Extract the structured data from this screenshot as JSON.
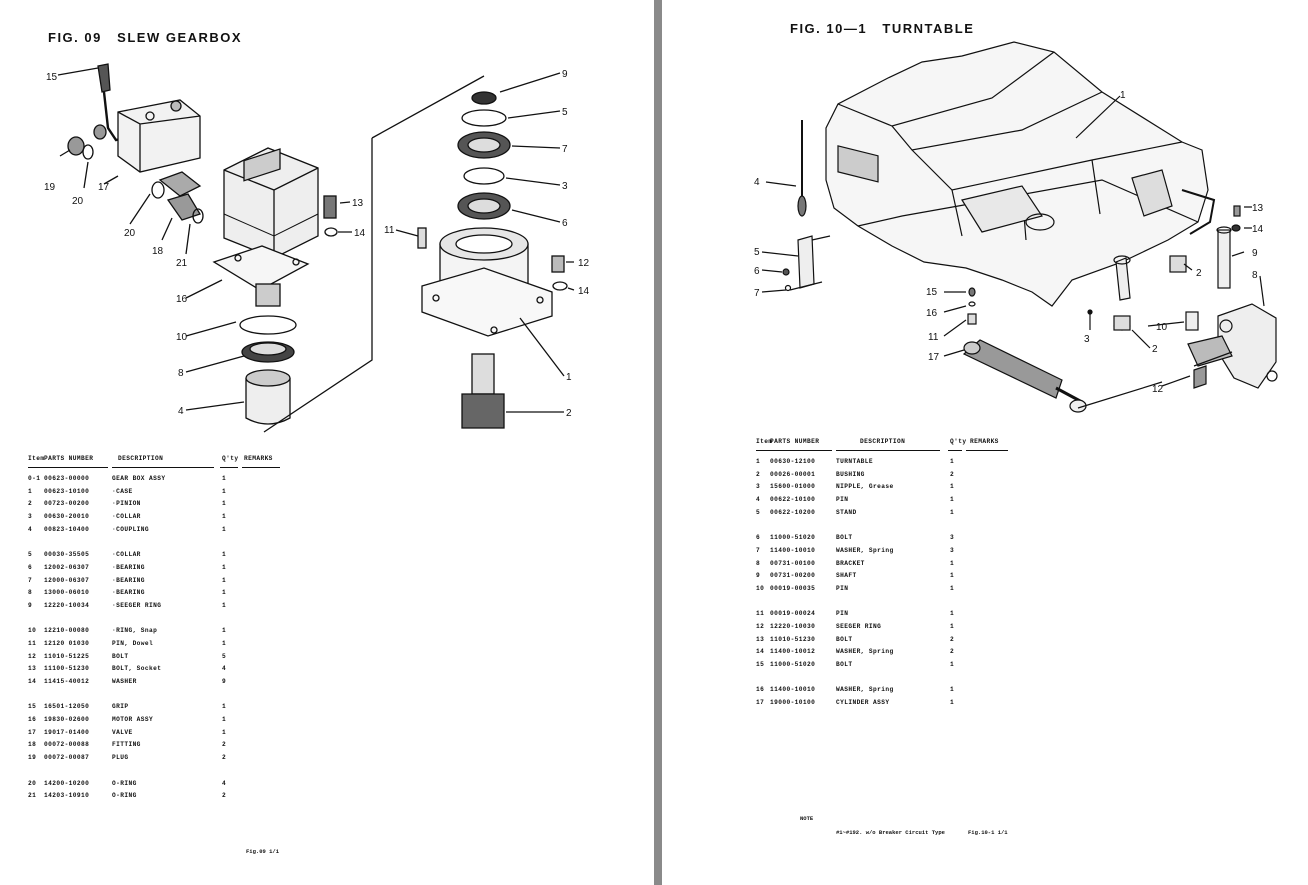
{
  "left": {
    "title": "FIG. 09   SLEW GEARBOX",
    "headers": {
      "item": "Item",
      "part": "PARTS NUMBER",
      "desc": "DESCRIPTION",
      "qty": "Q'ty",
      "remarks": "REMARKS"
    },
    "groups": [
      [
        {
          "item": "0-1",
          "part": "00623-00000",
          "desc": "GEAR BOX ASSY",
          "qty": "1"
        },
        {
          "item": "1",
          "part": "00623-10100",
          "desc": "·CASE",
          "qty": "1"
        },
        {
          "item": "2",
          "part": "00723-00200",
          "desc": "·PINION",
          "qty": "1"
        },
        {
          "item": "3",
          "part": "00630-20010",
          "desc": "·COLLAR",
          "qty": "1"
        },
        {
          "item": "4",
          "part": "00823-10400",
          "desc": "·COUPLING",
          "qty": "1"
        }
      ],
      [
        {
          "item": "5",
          "part": "00030-35505",
          "desc": "·COLLAR",
          "qty": "1"
        },
        {
          "item": "6",
          "part": "12002-06307",
          "desc": "·BEARING",
          "qty": "1"
        },
        {
          "item": "7",
          "part": "12000-06307",
          "desc": "·BEARING",
          "qty": "1"
        },
        {
          "item": "8",
          "part": "13000-06010",
          "desc": "·BEARING",
          "qty": "1"
        },
        {
          "item": "9",
          "part": "12220-10034",
          "desc": "·SEEGER RING",
          "qty": "1"
        }
      ],
      [
        {
          "item": "10",
          "part": "12210-00080",
          "desc": "·RING, Snap",
          "qty": "1"
        },
        {
          "item": "11",
          "part": "12120 01030",
          "desc": "PIN, Dowel",
          "qty": "1"
        },
        {
          "item": "12",
          "part": "11010-51225",
          "desc": "BOLT",
          "qty": "5"
        },
        {
          "item": "13",
          "part": "11100-51230",
          "desc": "BOLT, Socket",
          "qty": "4"
        },
        {
          "item": "14",
          "part": "11415-40012",
          "desc": "WASHER",
          "qty": "9"
        }
      ],
      [
        {
          "item": "15",
          "part": "16501-12050",
          "desc": "GRIP",
          "qty": "1"
        },
        {
          "item": "16",
          "part": "19830-02600",
          "desc": "MOTOR ASSY",
          "qty": "1"
        },
        {
          "item": "17",
          "part": "19017-01400",
          "desc": "VALVE",
          "qty": "1"
        },
        {
          "item": "18",
          "part": "00072-00088",
          "desc": "FITTING",
          "qty": "2"
        },
        {
          "item": "19",
          "part": "00072-00087",
          "desc": "PLUG",
          "qty": "2"
        }
      ],
      [
        {
          "item": "20",
          "part": "14200-10200",
          "desc": "O-RING",
          "qty": "4"
        },
        {
          "item": "21",
          "part": "14203-10910",
          "desc": "O-RING",
          "qty": "2"
        }
      ]
    ],
    "footer": "Fig.09  1/1",
    "callouts": [
      "15",
      "19",
      "20",
      "17",
      "20",
      "18",
      "21",
      "13",
      "14",
      "16",
      "10",
      "8",
      "4",
      "9",
      "5",
      "7",
      "3",
      "6",
      "11",
      "12",
      "14",
      "1",
      "2"
    ]
  },
  "right": {
    "title": "FIG. 10—1   TURNTABLE",
    "headers": {
      "item": "Item",
      "part": "PARTS NUMBER",
      "desc": "DESCRIPTION",
      "qty": "Q'ty",
      "remarks": "REMARKS"
    },
    "groups": [
      [
        {
          "item": "1",
          "part": "00630-12100",
          "desc": "TURNTABLE",
          "qty": "1"
        },
        {
          "item": "2",
          "part": "00026-00001",
          "desc": "BUSHING",
          "qty": "2"
        },
        {
          "item": "3",
          "part": "15600-01000",
          "desc": "NIPPLE, Grease",
          "qty": "1"
        },
        {
          "item": "4",
          "part": "00622-10100",
          "desc": "PIN",
          "qty": "1"
        },
        {
          "item": "5",
          "part": "00622-10200",
          "desc": "STAND",
          "qty": "1"
        }
      ],
      [
        {
          "item": "6",
          "part": "11000-51020",
          "desc": "BOLT",
          "qty": "3"
        },
        {
          "item": "7",
          "part": "11400-10010",
          "desc": "WASHER, Spring",
          "qty": "3"
        },
        {
          "item": "8",
          "part": "00731-00100",
          "desc": "BRACKET",
          "qty": "1"
        },
        {
          "item": "9",
          "part": "00731-00200",
          "desc": "SHAFT",
          "qty": "1"
        },
        {
          "item": "10",
          "part": "00019-00035",
          "desc": "PIN",
          "qty": "1"
        }
      ],
      [
        {
          "item": "11",
          "part": "00019-00024",
          "desc": "PIN",
          "qty": "1"
        },
        {
          "item": "12",
          "part": "12220-10030",
          "desc": "SEEGER RING",
          "qty": "1"
        },
        {
          "item": "13",
          "part": "11010-51230",
          "desc": "BOLT",
          "qty": "2"
        },
        {
          "item": "14",
          "part": "11400-10012",
          "desc": "WASHER, Spring",
          "qty": "2"
        },
        {
          "item": "15",
          "part": "11000-51020",
          "desc": "BOLT",
          "qty": "1"
        }
      ],
      [
        {
          "item": "16",
          "part": "11400-10010",
          "desc": "WASHER, Spring",
          "qty": "1"
        },
        {
          "item": "17",
          "part": "19000-10100",
          "desc": "CYLINDER ASSY",
          "qty": "1"
        }
      ]
    ],
    "note_label": "NOTE",
    "note_text": "#1~#192. w/o Breaker Circuit Type",
    "footer": "Fig.10-1  1/1",
    "callouts": [
      "1",
      "4",
      "5",
      "6",
      "7",
      "2",
      "13",
      "14",
      "9",
      "8",
      "15",
      "16",
      "11",
      "3",
      "10",
      "2",
      "17",
      "12"
    ]
  }
}
